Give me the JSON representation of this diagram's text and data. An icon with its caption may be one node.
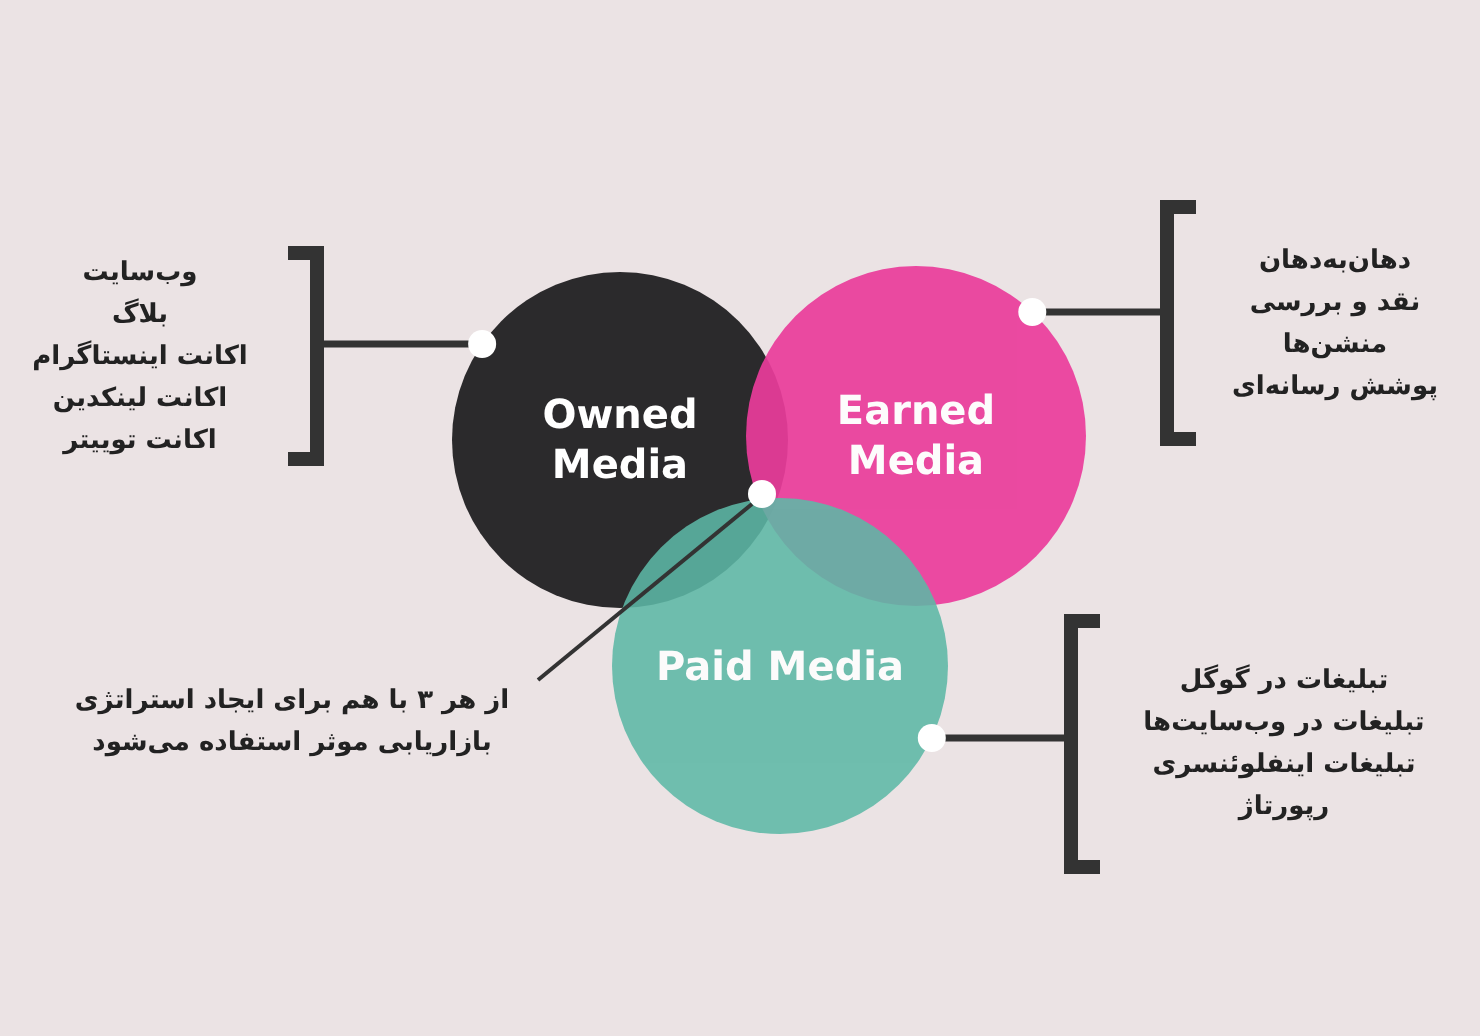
{
  "diagram": {
    "nodes": [
      {
        "text": [
          "Owned Media"
        ]
      },
      {
        "text": [
          "Earned Media"
        ]
      },
      {
        "text": [
          "Paid Media"
        ]
      },
      {
        "text": [],
        "shape": "bracket",
        "beside": [
          "وب‌سایت",
          "بلاگ",
          "اکانت اینستاگرام",
          "اکانت لینکدین",
          "اکانت توییتر"
        ]
      },
      {
        "text": [],
        "shape": "bracket",
        "beside": [
          "دهان‌به‌دهان",
          "نقد و بررسی",
          "منشن‌ها",
          "پوشش رسانه‌ای"
        ]
      },
      {
        "text": [],
        "shape": "bracket",
        "beside": [
          "تبلیغات در گوگل",
          "تبلیغات در وب‌سایت‌ها",
          "تبلیغات اینفلوئنسری",
          "رپورتاژ"
        ]
      },
      {
        "text": [
          "از هر ۳ با هم برای ایجاد استراتژی بازاریابی موثر استفاده می‌شود"
        ]
      },
      {
        "text": [],
        "shape": "circle"
      }
    ],
    "edges": [
      {
        "from": 3,
        "to": 0,
        "arrow": "other"
      },
      {
        "from": 4,
        "to": 1,
        "arrow": "other"
      },
      {
        "from": 5,
        "to": 2,
        "arrow": "other"
      },
      {
        "from": 6,
        "to": 7,
        "arrow": "none"
      }
    ]
  }
}
